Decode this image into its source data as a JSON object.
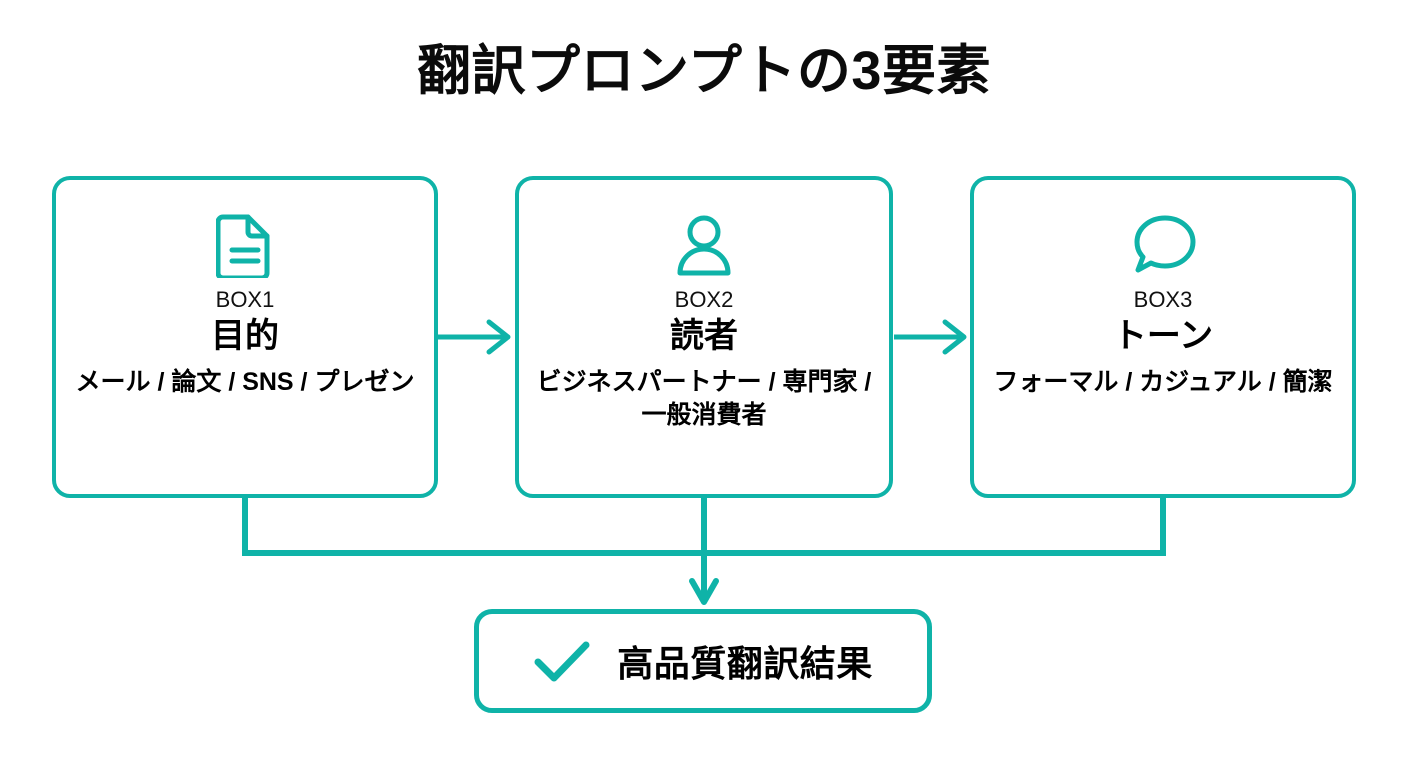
{
  "page": {
    "title": "翻訳プロンプトの3要素",
    "background": "#ffffff",
    "accent": "#0fb3a8",
    "text_color": "#000000"
  },
  "boxes": [
    {
      "icon": "document-icon",
      "tag": "BOX1",
      "title": "目的",
      "desc": "メール / 論文 / SNS / プレゼン"
    },
    {
      "icon": "person-icon",
      "tag": "BOX2",
      "title": "読者",
      "desc": "ビジネスパートナー / 専門家 / 一般消費者"
    },
    {
      "icon": "speech-bubble-icon",
      "tag": "BOX3",
      "title": "トーン",
      "desc": "フォーマル / カジュアル / 簡潔"
    }
  ],
  "result": {
    "icon": "check-icon",
    "label": "高品質翻訳結果"
  },
  "connectors": {
    "arrow_1_2": "arrow-right-icon",
    "arrow_2_3": "arrow-right-icon",
    "merge_arrow": "arrow-down-icon"
  }
}
